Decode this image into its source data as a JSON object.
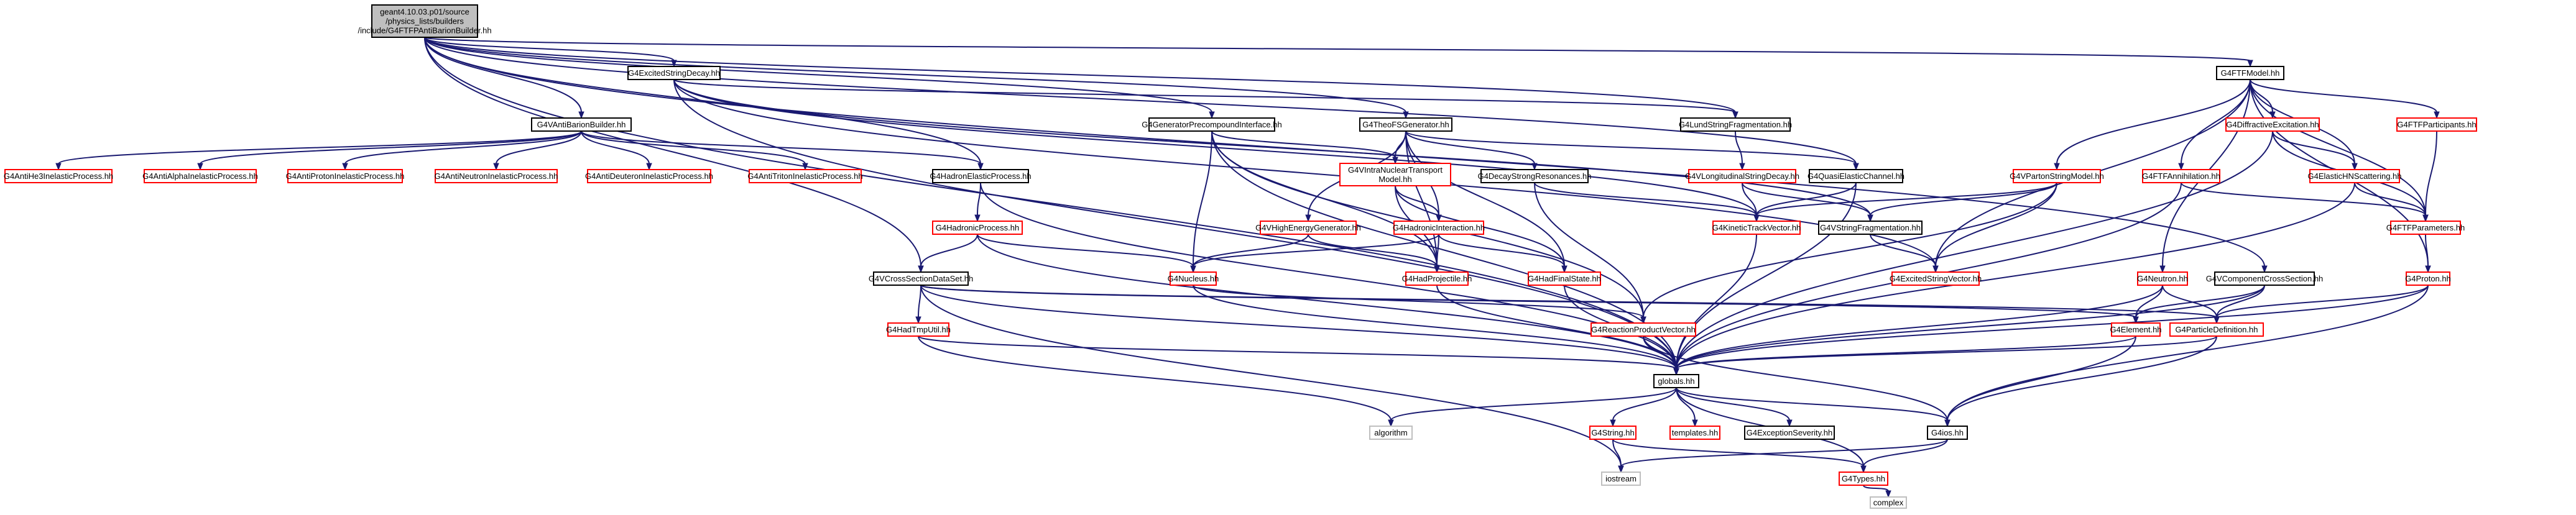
{
  "colors": {
    "edge": "#191970",
    "root_fill": "#bfbfbf",
    "border_black": "#000000",
    "border_red": "#ff0000",
    "border_grey": "#bfbfbf",
    "text": "#000000"
  },
  "nodes": [
    {
      "id": "root",
      "lines": [
        "geant4.10.03.p01/source",
        "/physics_lists/builders",
        "/include/G4FTFPAntiBarionBuilder.hh"
      ],
      "style": "root"
    },
    {
      "id": "excited_string_decay",
      "lines": [
        "G4ExcitedStringDecay.hh"
      ],
      "style": "black"
    },
    {
      "id": "ftf_model",
      "lines": [
        "G4FTFModel.hh"
      ],
      "style": "black"
    },
    {
      "id": "anti_barion_builder",
      "lines": [
        "G4VAntiBarionBuilder.hh"
      ],
      "style": "black"
    },
    {
      "id": "generator_precompound",
      "lines": [
        "G4GeneratorPrecompoundInterface.hh"
      ],
      "style": "black"
    },
    {
      "id": "theo_fs_generator",
      "lines": [
        "G4TheoFSGenerator.hh"
      ],
      "style": "black"
    },
    {
      "id": "lund_string_frag",
      "lines": [
        "G4LundStringFragmentation.hh"
      ],
      "style": "black"
    },
    {
      "id": "diffractive_excitation",
      "lines": [
        "G4DiffractiveExcitation.hh"
      ],
      "style": "red"
    },
    {
      "id": "ftf_participants",
      "lines": [
        "G4FTFParticipants.hh"
      ],
      "style": "red"
    },
    {
      "id": "anti_he3",
      "lines": [
        "G4AntiHe3InelasticProcess.hh"
      ],
      "style": "red"
    },
    {
      "id": "anti_alpha",
      "lines": [
        "G4AntiAlphaInelasticProcess.hh"
      ],
      "style": "red"
    },
    {
      "id": "anti_proton",
      "lines": [
        "G4AntiProtonInelasticProcess.hh"
      ],
      "style": "red"
    },
    {
      "id": "anti_neutron",
      "lines": [
        "G4AntiNeutronInelasticProcess.hh"
      ],
      "style": "red"
    },
    {
      "id": "anti_deuteron",
      "lines": [
        "G4AntiDeuteronInelasticProcess.hh"
      ],
      "style": "red"
    },
    {
      "id": "anti_triton",
      "lines": [
        "G4AntiTritonInelasticProcess.hh"
      ],
      "style": "red"
    },
    {
      "id": "hadron_elastic",
      "lines": [
        "G4HadronElasticProcess.hh"
      ],
      "style": "black"
    },
    {
      "id": "intra_nuclear",
      "lines": [
        "G4VIntraNuclearTransport",
        "Model.hh"
      ],
      "style": "red"
    },
    {
      "id": "decay_strong",
      "lines": [
        "G4DecayStrongResonances.hh"
      ],
      "style": "black"
    },
    {
      "id": "quasi_elastic",
      "lines": [
        "G4QuasiElasticChannel.hh"
      ],
      "style": "black"
    },
    {
      "id": "v_longitudinal",
      "lines": [
        "G4VLongitudinalStringDecay.hh"
      ],
      "style": "red"
    },
    {
      "id": "v_parton_string",
      "lines": [
        "G4VPartonStringModel.hh"
      ],
      "style": "red"
    },
    {
      "id": "ftf_annihilation",
      "lines": [
        "G4FTFAnnihilation.hh"
      ],
      "style": "red"
    },
    {
      "id": "elastic_hn",
      "lines": [
        "G4ElasticHNScattering.hh"
      ],
      "style": "red"
    },
    {
      "id": "ftf_parameters",
      "lines": [
        "G4FTFParameters.hh"
      ],
      "style": "red"
    },
    {
      "id": "v_string_frag",
      "lines": [
        "G4VStringFragmentation.hh"
      ],
      "style": "black"
    },
    {
      "id": "kinetic_track",
      "lines": [
        "G4KineticTrackVector.hh"
      ],
      "style": "red"
    },
    {
      "id": "excited_string_vector",
      "lines": [
        "G4ExcitedStringVector.hh"
      ],
      "style": "red"
    },
    {
      "id": "hadronic_process",
      "lines": [
        "G4HadronicProcess.hh"
      ],
      "style": "red"
    },
    {
      "id": "v_high_energy",
      "lines": [
        "G4VHighEnergyGenerator.hh"
      ],
      "style": "red"
    },
    {
      "id": "hadronic_interaction",
      "lines": [
        "G4HadronicInteraction.hh"
      ],
      "style": "red"
    },
    {
      "id": "v_cross_section",
      "lines": [
        "G4VCrossSectionDataSet.hh"
      ],
      "style": "black"
    },
    {
      "id": "nucleus",
      "lines": [
        "G4Nucleus.hh"
      ],
      "style": "red"
    },
    {
      "id": "had_projectile",
      "lines": [
        "G4HadProjectile.hh"
      ],
      "style": "red"
    },
    {
      "id": "had_final_state",
      "lines": [
        "G4HadFinalState.hh"
      ],
      "style": "red"
    },
    {
      "id": "neutron",
      "lines": [
        "G4Neutron.hh"
      ],
      "style": "red"
    },
    {
      "id": "v_component_cs",
      "lines": [
        "G4VComponentCrossSection.hh"
      ],
      "style": "black"
    },
    {
      "id": "proton",
      "lines": [
        "G4Proton.hh"
      ],
      "style": "red"
    },
    {
      "id": "had_tmp_util",
      "lines": [
        "G4HadTmpUtil.hh"
      ],
      "style": "red"
    },
    {
      "id": "reaction_product",
      "lines": [
        "G4ReactionProductVector.hh"
      ],
      "style": "red"
    },
    {
      "id": "element",
      "lines": [
        "G4Element.hh"
      ],
      "style": "red"
    },
    {
      "id": "particle_def",
      "lines": [
        "G4ParticleDefinition.hh"
      ],
      "style": "red"
    },
    {
      "id": "globals",
      "lines": [
        "globals.hh"
      ],
      "style": "black"
    },
    {
      "id": "algorithm",
      "lines": [
        "algorithm"
      ],
      "style": "grey"
    },
    {
      "id": "g4string",
      "lines": [
        "G4String.hh"
      ],
      "style": "red"
    },
    {
      "id": "templates",
      "lines": [
        "templates.hh"
      ],
      "style": "red"
    },
    {
      "id": "exception_severity",
      "lines": [
        "G4ExceptionSeverity.hh"
      ],
      "style": "black"
    },
    {
      "id": "g4ios",
      "lines": [
        "G4ios.hh"
      ],
      "style": "black"
    },
    {
      "id": "iostream",
      "lines": [
        "iostream"
      ],
      "style": "grey"
    },
    {
      "id": "g4types",
      "lines": [
        "G4Types.hh"
      ],
      "style": "red"
    },
    {
      "id": "complex",
      "lines": [
        "complex"
      ],
      "style": "grey"
    }
  ],
  "edges": [
    [
      "root",
      "excited_string_decay"
    ],
    [
      "root",
      "ftf_model"
    ],
    [
      "root",
      "anti_barion_builder"
    ],
    [
      "root",
      "generator_precompound"
    ],
    [
      "root",
      "theo_fs_generator"
    ],
    [
      "root",
      "lund_string_frag"
    ],
    [
      "root",
      "hadron_elastic"
    ],
    [
      "root",
      "quasi_elastic"
    ],
    [
      "root",
      "v_cross_section"
    ],
    [
      "root",
      "v_component_cs"
    ],
    [
      "root",
      "globals"
    ],
    [
      "excited_string_decay",
      "lund_string_frag"
    ],
    [
      "excited_string_decay",
      "kinetic_track"
    ],
    [
      "excited_string_decay",
      "excited_string_vector"
    ],
    [
      "excited_string_decay",
      "v_string_frag"
    ],
    [
      "excited_string_decay",
      "globals"
    ],
    [
      "ftf_model",
      "diffractive_excitation"
    ],
    [
      "ftf_model",
      "ftf_participants"
    ],
    [
      "ftf_model",
      "v_parton_string"
    ],
    [
      "ftf_model",
      "ftf_annihilation"
    ],
    [
      "ftf_model",
      "elastic_hn"
    ],
    [
      "ftf_model",
      "ftf_parameters"
    ],
    [
      "ftf_model",
      "excited_string_vector"
    ],
    [
      "ftf_model",
      "neutron"
    ],
    [
      "ftf_model",
      "proton"
    ],
    [
      "anti_barion_builder",
      "anti_he3"
    ],
    [
      "anti_barion_builder",
      "anti_alpha"
    ],
    [
      "anti_barion_builder",
      "anti_proton"
    ],
    [
      "anti_barion_builder",
      "anti_neutron"
    ],
    [
      "anti_barion_builder",
      "anti_deuteron"
    ],
    [
      "anti_barion_builder",
      "anti_triton"
    ],
    [
      "anti_barion_builder",
      "hadron_elastic"
    ],
    [
      "generator_precompound",
      "intra_nuclear"
    ],
    [
      "generator_precompound",
      "nucleus"
    ],
    [
      "generator_precompound",
      "had_projectile"
    ],
    [
      "generator_precompound",
      "reaction_product"
    ],
    [
      "generator_precompound",
      "globals"
    ],
    [
      "theo_fs_generator",
      "intra_nuclear"
    ],
    [
      "theo_fs_generator",
      "decay_strong"
    ],
    [
      "theo_fs_generator",
      "quasi_elastic"
    ],
    [
      "theo_fs_generator",
      "v_high_energy"
    ],
    [
      "theo_fs_generator",
      "hadronic_interaction"
    ],
    [
      "theo_fs_generator",
      "had_final_state"
    ],
    [
      "theo_fs_generator",
      "had_projectile"
    ],
    [
      "lund_string_frag",
      "v_longitudinal"
    ],
    [
      "diffractive_excitation",
      "elastic_hn"
    ],
    [
      "diffractive_excitation",
      "ftf_parameters"
    ],
    [
      "diffractive_excitation",
      "globals"
    ],
    [
      "ftf_participants",
      "ftf_parameters"
    ],
    [
      "hadron_elastic",
      "hadronic_process"
    ],
    [
      "hadron_elastic",
      "globals"
    ],
    [
      "intra_nuclear",
      "hadronic_interaction"
    ],
    [
      "intra_nuclear",
      "had_projectile"
    ],
    [
      "intra_nuclear",
      "had_final_state"
    ],
    [
      "decay_strong",
      "kinetic_track"
    ],
    [
      "decay_strong",
      "reaction_product"
    ],
    [
      "quasi_elastic",
      "kinetic_track"
    ],
    [
      "quasi_elastic",
      "globals"
    ],
    [
      "v_longitudinal",
      "v_string_frag"
    ],
    [
      "v_longitudinal",
      "kinetic_track"
    ],
    [
      "v_parton_string",
      "excited_string_vector"
    ],
    [
      "v_parton_string",
      "v_string_frag"
    ],
    [
      "v_parton_string",
      "kinetic_track"
    ],
    [
      "v_parton_string",
      "reaction_product"
    ],
    [
      "ftf_annihilation",
      "ftf_parameters"
    ],
    [
      "ftf_annihilation",
      "globals"
    ],
    [
      "elastic_hn",
      "ftf_parameters"
    ],
    [
      "elastic_hn",
      "globals"
    ],
    [
      "ftf_parameters",
      "proton"
    ],
    [
      "v_string_frag",
      "excited_string_vector"
    ],
    [
      "kinetic_track",
      "globals"
    ],
    [
      "hadronic_process",
      "nucleus"
    ],
    [
      "hadronic_process",
      "v_cross_section"
    ],
    [
      "hadronic_process",
      "globals"
    ],
    [
      "v_high_energy",
      "nucleus"
    ],
    [
      "v_high_energy",
      "had_projectile"
    ],
    [
      "hadronic_interaction",
      "nucleus"
    ],
    [
      "hadronic_interaction",
      "had_projectile"
    ],
    [
      "hadronic_interaction",
      "had_final_state"
    ],
    [
      "v_cross_section",
      "had_tmp_util"
    ],
    [
      "v_cross_section",
      "element"
    ],
    [
      "v_cross_section",
      "particle_def"
    ],
    [
      "v_cross_section",
      "globals"
    ],
    [
      "v_cross_section",
      "iostream"
    ],
    [
      "nucleus",
      "reaction_product"
    ],
    [
      "nucleus",
      "globals"
    ],
    [
      "had_projectile",
      "globals"
    ],
    [
      "had_final_state",
      "globals"
    ],
    [
      "neutron",
      "element"
    ],
    [
      "neutron",
      "particle_def"
    ],
    [
      "neutron",
      "globals"
    ],
    [
      "v_component_cs",
      "element"
    ],
    [
      "v_component_cs",
      "particle_def"
    ],
    [
      "v_component_cs",
      "globals"
    ],
    [
      "proton",
      "particle_def"
    ],
    [
      "proton",
      "globals"
    ],
    [
      "proton",
      "g4ios"
    ],
    [
      "had_tmp_util",
      "globals"
    ],
    [
      "had_tmp_util",
      "algorithm"
    ],
    [
      "reaction_product",
      "globals"
    ],
    [
      "reaction_product",
      "g4ios"
    ],
    [
      "element",
      "globals"
    ],
    [
      "element",
      "g4ios"
    ],
    [
      "particle_def",
      "globals"
    ],
    [
      "particle_def",
      "g4ios"
    ],
    [
      "globals",
      "algorithm"
    ],
    [
      "globals",
      "g4string"
    ],
    [
      "globals",
      "templates"
    ],
    [
      "globals",
      "exception_severity"
    ],
    [
      "globals",
      "g4ios"
    ],
    [
      "globals",
      "g4types"
    ],
    [
      "g4string",
      "iostream"
    ],
    [
      "g4string",
      "g4types"
    ],
    [
      "g4ios",
      "iostream"
    ],
    [
      "g4ios",
      "g4types"
    ],
    [
      "g4types",
      "complex"
    ]
  ]
}
